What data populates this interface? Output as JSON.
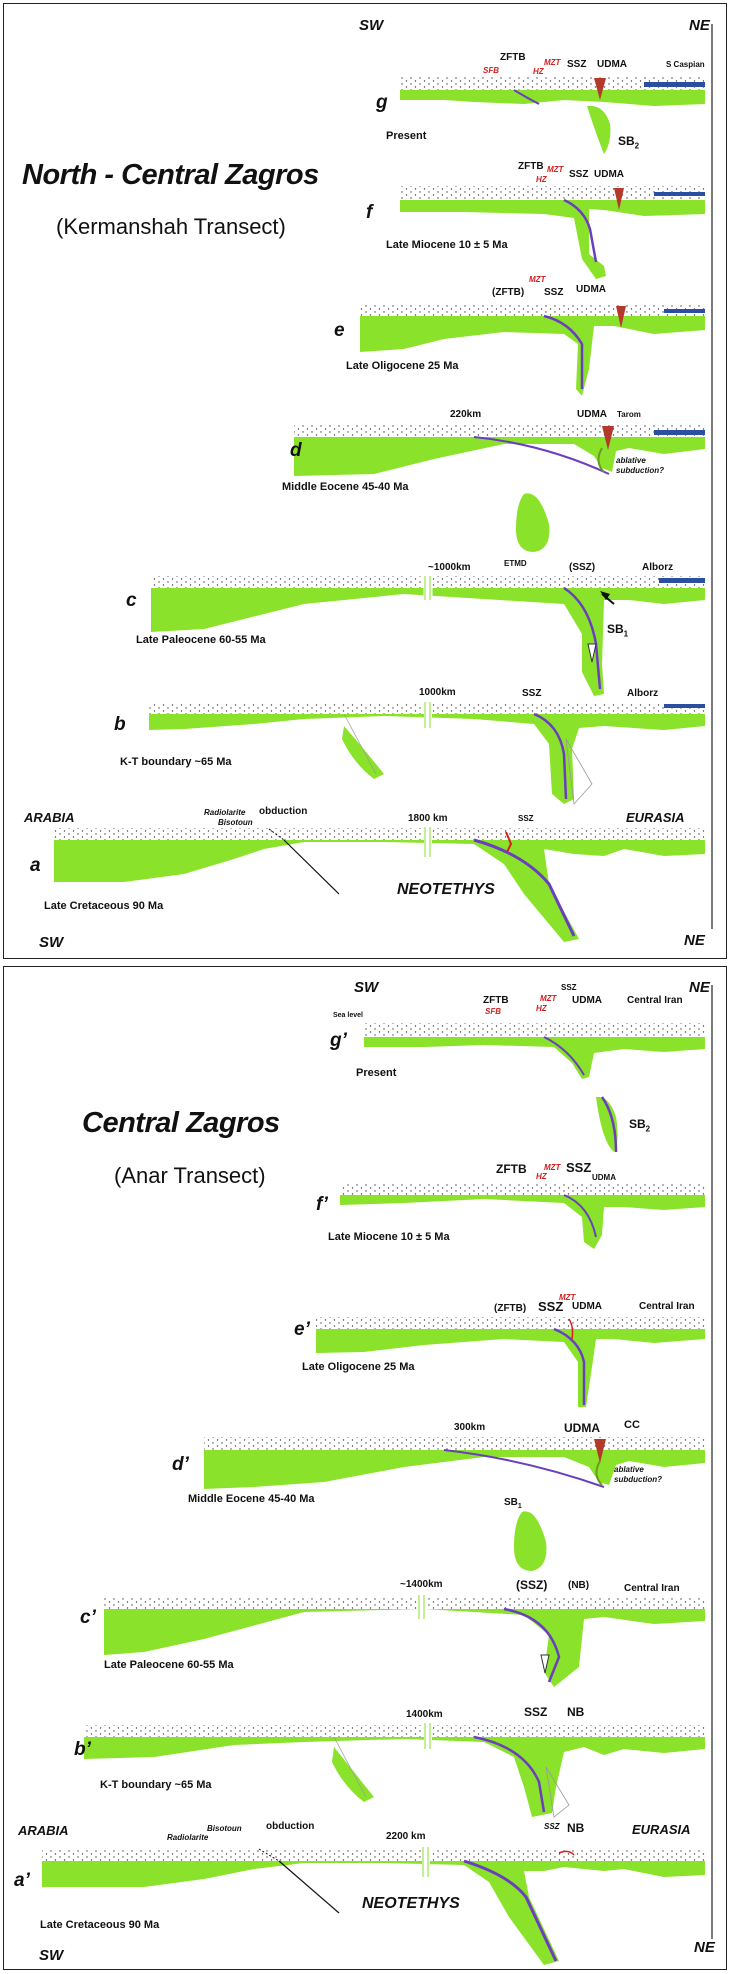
{
  "colors": {
    "lithosphere": "#8ae22a",
    "slab_edge": "#6a3fbf",
    "crust_dots": "#555555",
    "sea": "#2a4ea0",
    "arc": "#b33a2a"
  },
  "top": {
    "sw": "SW",
    "ne": "NE",
    "sw_bottom": "SW",
    "ne_bottom": "NE",
    "title": "North - Central Zagros",
    "subtitle": "(Kermanshah Transect)",
    "g": {
      "letter": "g",
      "caption": "Present",
      "zftb": "ZFTB",
      "sfb": "SFB",
      "hz": "HZ",
      "mzt": "MZT",
      "ssz": "SSZ",
      "udma": "UDMA",
      "caspian": "S Caspian",
      "sb2": "SB",
      "sb2_sub": "2"
    },
    "f": {
      "letter": "f",
      "caption": "Late Miocene 10 ± 5 Ma",
      "zftb": "ZFTB",
      "hz": "HZ",
      "mzt": "MZT",
      "ssz": "SSZ",
      "udma": "UDMA"
    },
    "e": {
      "letter": "e",
      "caption": "Late Oligocene  25 Ma",
      "mzt": "MZT",
      "zftb": "(ZFTB)",
      "ssz": "SSZ",
      "udma": "UDMA"
    },
    "d": {
      "letter": "d",
      "caption": "Middle Eocene  45-40 Ma",
      "dist": "220km",
      "udma": "UDMA",
      "tarom": "Tarom",
      "ablative1": "ablative",
      "ablative2": "subduction?"
    },
    "c": {
      "letter": "c",
      "caption": "Late Paleocene  60-55 Ma",
      "dist": "~1000km",
      "etmd": "ETMD",
      "ssz": "(SSZ)",
      "alborz": "Alborz",
      "sb1": "SB",
      "sb1_sub": "1"
    },
    "b": {
      "letter": "b",
      "caption": "K-T boundary  ~65 Ma",
      "dist": "1000km",
      "ssz": "SSZ",
      "alborz": "Alborz"
    },
    "a": {
      "letter": "a",
      "caption": "Late Cretaceous  90 Ma",
      "arabia": "ARABIA",
      "radiolarite": "Radiolarite",
      "bisotoun": "Bisotoun",
      "obduction": "obduction",
      "dist": "1800 km",
      "ssz": "SSZ",
      "eurasia": "EURASIA",
      "neotethys": "NEOTETHYS"
    }
  },
  "bot": {
    "sw": "SW",
    "ne": "NE",
    "sw_bottom": "SW",
    "ne_bottom": "NE",
    "title": "Central Zagros",
    "subtitle": "(Anar Transect)",
    "g": {
      "letter": "g’",
      "caption": "Present",
      "sealevel": "Sea level",
      "zftb": "ZFTB",
      "sfb": "SFB",
      "hz": "HZ",
      "mzt": "MZT",
      "ssz": "SSZ",
      "udma": "UDMA",
      "ci": "Central Iran",
      "sb2": "SB",
      "sb2_sub": "2"
    },
    "f": {
      "letter": "f’",
      "caption": "Late Miocene 10 ± 5 Ma",
      "zftb": "ZFTB",
      "hz": "HZ",
      "mzt": "MZT",
      "ssz": "SSZ",
      "udma": "UDMA"
    },
    "e": {
      "letter": "e’",
      "caption": "Late Oligocene  25 Ma",
      "mzt": "MZT",
      "zftb": "(ZFTB)",
      "ssz": "SSZ",
      "udma": "UDMA",
      "ci": "Central Iran"
    },
    "d": {
      "letter": "d’",
      "caption": "Middle Eocene  45-40 Ma",
      "dist": "300km",
      "udma": "UDMA",
      "cc": "CC",
      "ablative1": "ablative",
      "ablative2": "subduction?",
      "sb1": "SB",
      "sb1_sub": "1"
    },
    "c": {
      "letter": "c’",
      "caption": "Late Paleocene  60-55 Ma",
      "dist": "~1400km",
      "ssz": "(SSZ)",
      "nb": "(NB)",
      "ci": "Central Iran"
    },
    "b": {
      "letter": "b’",
      "caption": "K-T boundary  ~65 Ma",
      "dist": "1400km",
      "ssz": "SSZ",
      "nb": "NB"
    },
    "a": {
      "letter": "a’",
      "caption": "Late Cretaceous  90 Ma",
      "arabia": "ARABIA",
      "radiolarite": "Radiolarite",
      "bisotoun": "Bisotoun",
      "obduction": "obduction",
      "dist": "2200 km",
      "ssz": "SSZ",
      "nb": "NB",
      "eurasia": "EURASIA",
      "neotethys": "NEOTETHYS"
    }
  }
}
